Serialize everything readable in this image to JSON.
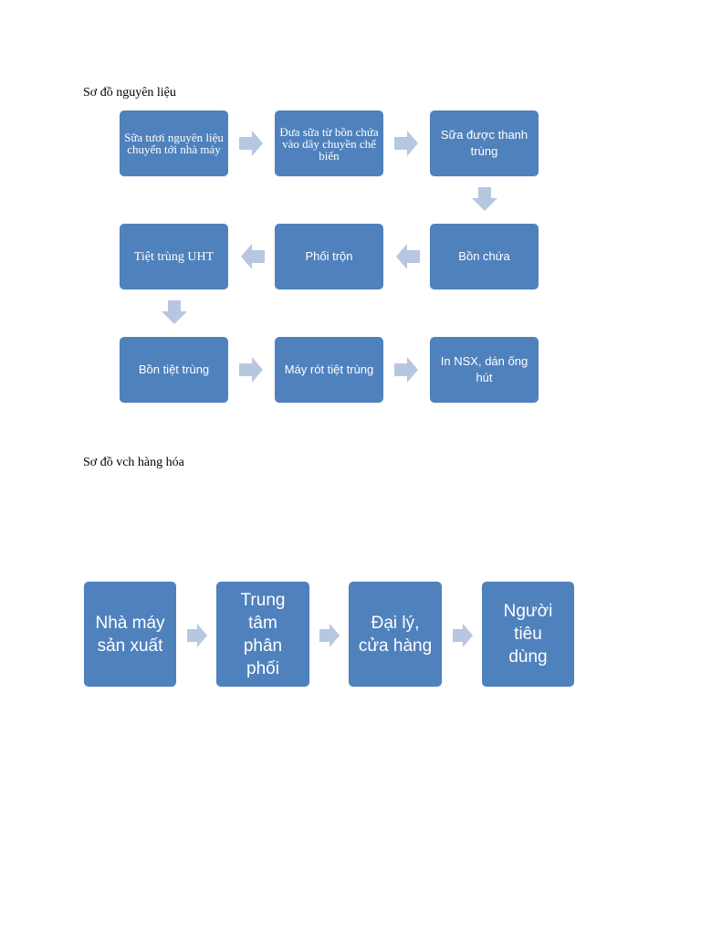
{
  "headings": {
    "materials": "Sơ đồ nguyên liệu",
    "transport": "Sơ đồ vch hàng hóa"
  },
  "flow1": {
    "steps": [
      "Sữa tươi nguyên liệu chuyển tới nhà máy",
      "Đưa sữa từ bồn chứa vào dây chuyền chế biến",
      "Sữa được thanh trùng",
      "Bồn chứa",
      "Phối trộn",
      "Tiệt trùng UHT",
      "Bồn tiệt trùng",
      "Máy rót tiệt trùng",
      "In NSX, dán ống hút"
    ]
  },
  "flow2": {
    "steps": [
      "Nhà máy sản xuất",
      "Trung tâm phân phối",
      "Đại lý, cửa hàng",
      "Người tiêu dùng"
    ]
  },
  "colors": {
    "box_fill": "#4f81bd",
    "arrow_fill": "#b8c7e0",
    "box_text": "#ffffff"
  }
}
